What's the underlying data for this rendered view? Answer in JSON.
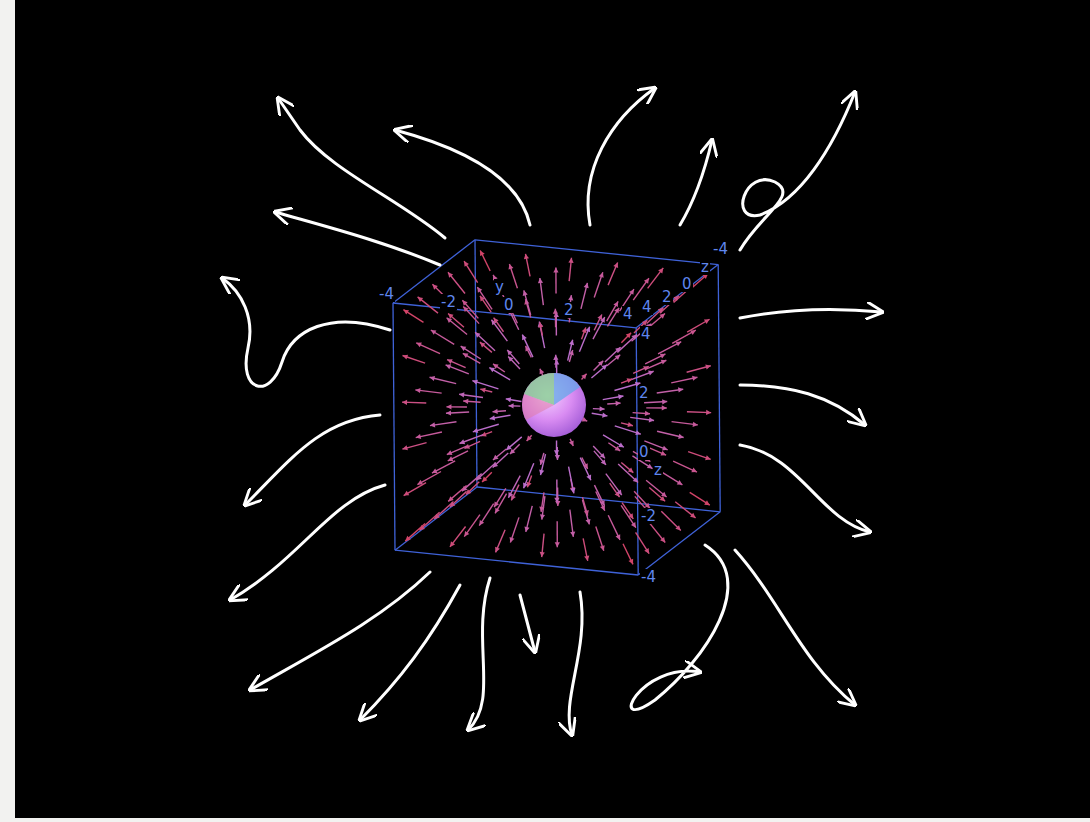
{
  "diagram": {
    "labels": [
      "-4",
      "-2",
      "y",
      "0",
      "2",
      "4",
      "4",
      "2",
      "0",
      "z",
      "-4",
      "4",
      "2",
      "0",
      "z",
      "-2",
      "-4"
    ]
  }
}
